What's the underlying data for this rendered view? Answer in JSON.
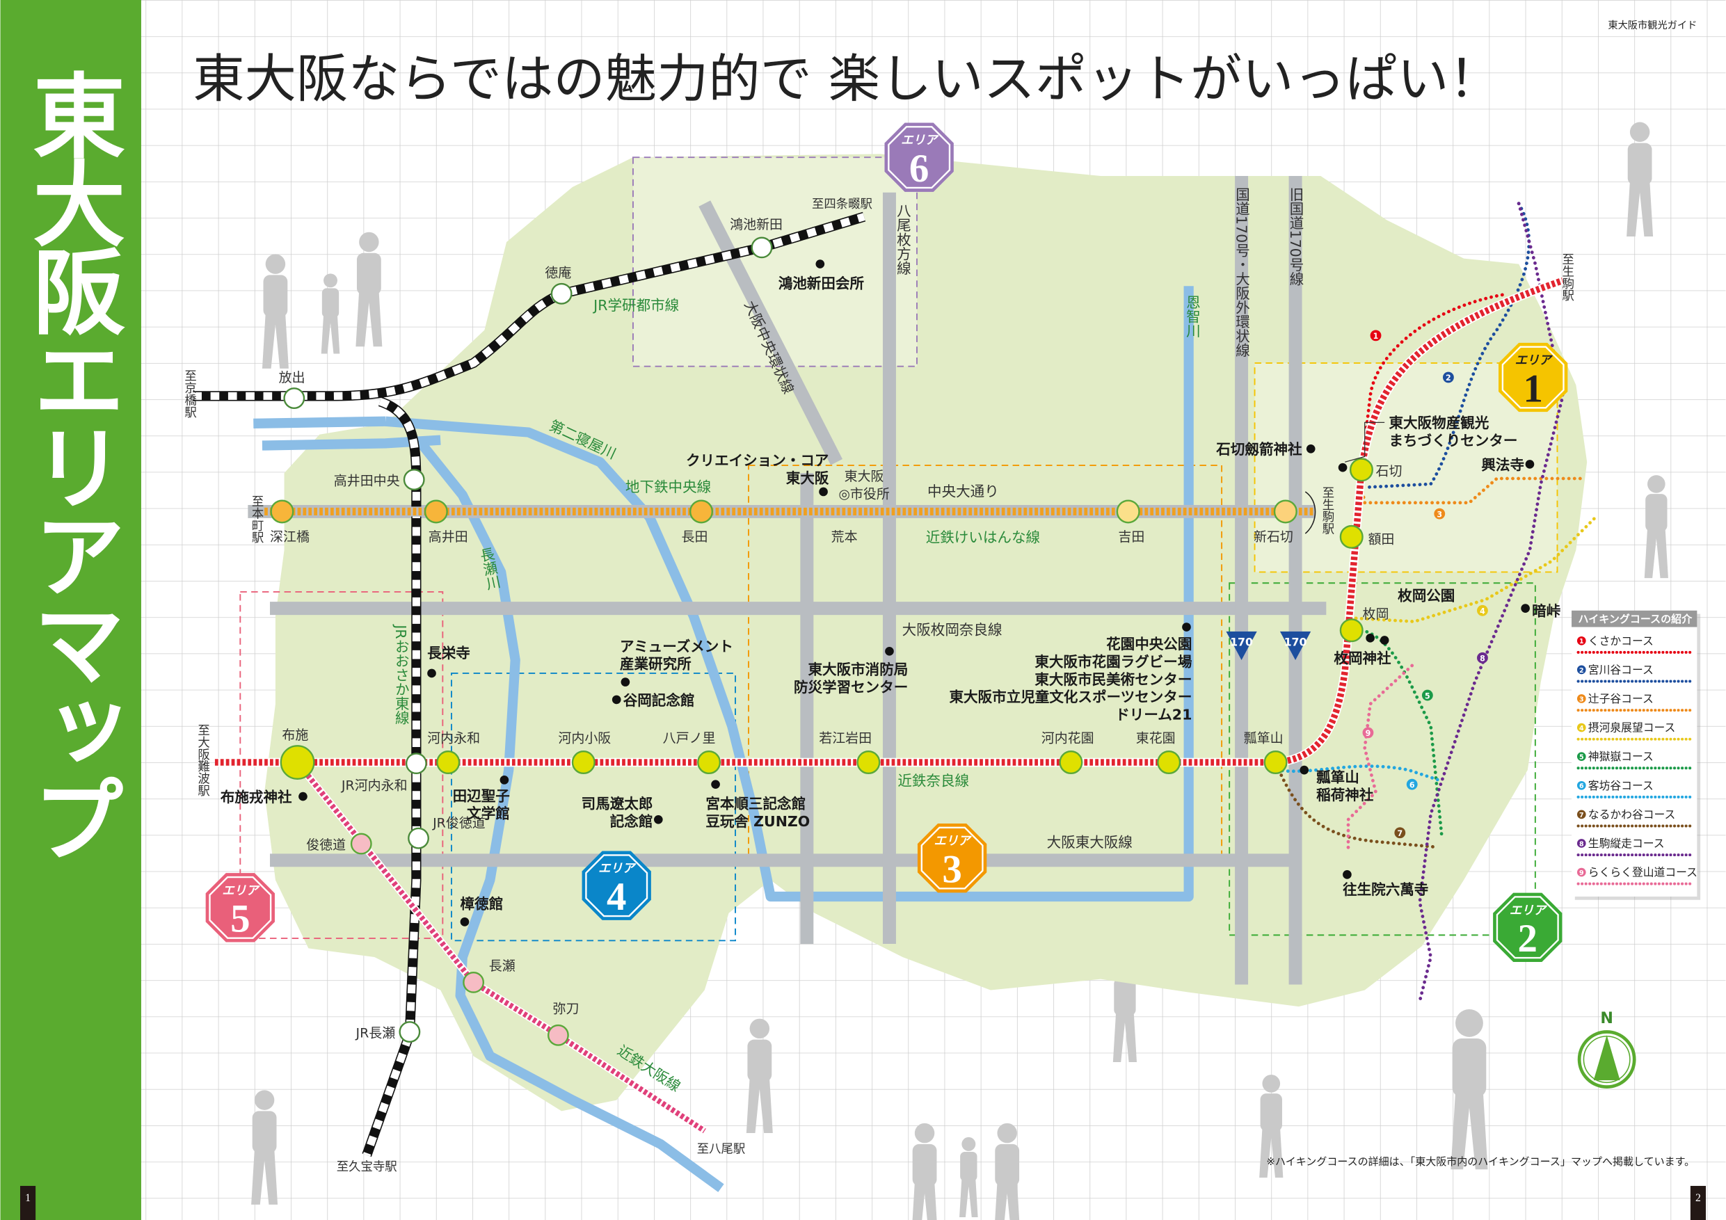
{
  "header": {
    "guide_title": "東大阪市観光ガイド",
    "headline": "東大阪ならではの魅力的で 楽しいスポットがいっぱい！"
  },
  "sidebar": {
    "title": "東大阪エリアマップ"
  },
  "page_numbers": {
    "left": "1",
    "right": "2"
  },
  "areas": [
    {
      "label": "エリア",
      "number": "1",
      "color": "#f5c400"
    },
    {
      "label": "エリア",
      "number": "2",
      "color": "#3aaa35"
    },
    {
      "label": "エリア",
      "number": "3",
      "color": "#f39800"
    },
    {
      "label": "エリア",
      "number": "4",
      "color": "#0a86c9"
    },
    {
      "label": "エリア",
      "number": "5",
      "color": "#e9607a"
    },
    {
      "label": "エリア",
      "number": "6",
      "color": "#9a7ab8"
    }
  ],
  "rail_lines": {
    "jr_gakken": "JR学研都市線",
    "jr_osaka_higashi": "JRおおさか東線",
    "subway_chuo": "地下鉄中央線",
    "kintetsu_keihanna": "近鉄けいはんな線",
    "kintetsu_nara": "近鉄奈良線",
    "kintetsu_osaka": "近鉄大阪線"
  },
  "stations": {
    "jr_gakken": [
      "放出",
      "徳庵",
      "鴻池新田"
    ],
    "jr_osaka_higashi": [
      "高井田中央",
      "JR河内永和",
      "JR俊徳道",
      "JR長瀬"
    ],
    "chuo_keihanna": [
      "深江橋",
      "高井田",
      "長田",
      "荒本",
      "吉田",
      "新石切"
    ],
    "kintetsu_nara": [
      "布施",
      "河内永和",
      "河内小阪",
      "八戸ノ里",
      "若江岩田",
      "河内花園",
      "東花園",
      "瓢箪山",
      "枚岡",
      "額田",
      "石切"
    ],
    "kintetsu_osaka": [
      "俊徳道",
      "長瀬",
      "弥刀"
    ]
  },
  "directions": [
    "至京橋駅",
    "至四条畷駅",
    "至本町駅",
    "至生駒駅",
    "至生駒駅",
    "至大阪難波駅",
    "至久宝寺駅",
    "至八尾駅"
  ],
  "roads": [
    "八尾枚方線",
    "大阪中央環状線",
    "国道170号・大阪外環状線",
    "旧国道170号線",
    "中央大通り",
    "大阪枚岡奈良線",
    "大阪東大阪線"
  ],
  "route_shields": [
    "170",
    "170"
  ],
  "rivers": [
    "第二寝屋川",
    "長瀬川",
    "恩智川"
  ],
  "pois": [
    {
      "lines": [
        "鴻池新田会所"
      ]
    },
    {
      "lines": [
        "クリエイション・コア",
        "東大阪"
      ]
    },
    {
      "lines": [
        "東大阪",
        "◎市役所"
      ]
    },
    {
      "lines": [
        "石切劔箭神社"
      ]
    },
    {
      "lines": [
        "東大阪物産観光",
        "まちづくりセンター"
      ]
    },
    {
      "lines": [
        "興法寺"
      ]
    },
    {
      "lines": [
        "枚岡公園"
      ]
    },
    {
      "lines": [
        "暗峠"
      ]
    },
    {
      "lines": [
        "枚岡神社"
      ]
    },
    {
      "lines": [
        "花園中央公園",
        "東大阪市花園ラグビー場",
        "東大阪市民美術センター",
        "東大阪市立児童文化スポーツセンター",
        "ドリーム21"
      ]
    },
    {
      "lines": [
        "東大阪市消防局",
        "防災学習センター"
      ]
    },
    {
      "lines": [
        "アミューズメント",
        "産業研究所"
      ]
    },
    {
      "lines": [
        "谷岡記念館"
      ]
    },
    {
      "lines": [
        "長栄寺"
      ]
    },
    {
      "lines": [
        "布施戎神社"
      ]
    },
    {
      "lines": [
        "田辺聖子",
        "文学館"
      ]
    },
    {
      "lines": [
        "司馬遼太郎",
        "記念館"
      ]
    },
    {
      "lines": [
        "宮本順三記念館",
        "豆玩舎 ZUNZO"
      ]
    },
    {
      "lines": [
        "瓢箪山",
        "稲荷神社"
      ]
    },
    {
      "lines": [
        "往生院六萬寺"
      ]
    },
    {
      "lines": [
        "樟徳館"
      ]
    }
  ],
  "hiking_legend": {
    "title": "ハイキングコースの紹介",
    "courses": [
      {
        "num": "1",
        "name": "くさかコース",
        "color": "#e60012"
      },
      {
        "num": "2",
        "name": "宮川谷コース",
        "color": "#1d4e9e"
      },
      {
        "num": "3",
        "name": "辻子谷コース",
        "color": "#ee8a1a"
      },
      {
        "num": "4",
        "name": "摂河泉展望コース",
        "color": "#e8c81a"
      },
      {
        "num": "5",
        "name": "神獄嶽コース",
        "color": "#1b9a48"
      },
      {
        "num": "6",
        "name": "客坊谷コース",
        "color": "#22a6e0"
      },
      {
        "num": "7",
        "name": "なるかわ谷コース",
        "color": "#7a4f1d"
      },
      {
        "num": "8",
        "name": "生駒縦走コース",
        "color": "#6a2a8e"
      },
      {
        "num": "9",
        "name": "らくらく登山道コース",
        "color": "#e86a96"
      }
    ]
  },
  "footnote": "※ハイキングコースの詳細は、「東大阪市内のハイキングコース」マップへ掲載しています。",
  "compass": "N"
}
